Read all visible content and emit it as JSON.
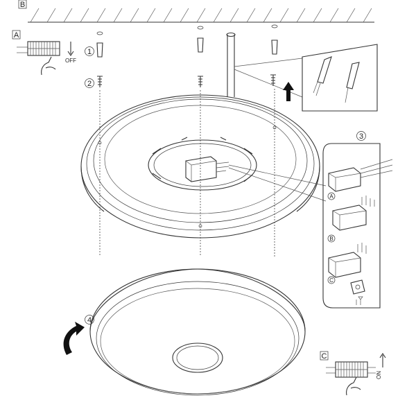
{
  "labels": {
    "ceiling_box": "B",
    "switch_off_box": "A",
    "switch_on_box": "C",
    "off_text": "OFF",
    "on_text": "ON",
    "step1": "1",
    "step2": "2",
    "step3": "3",
    "step4": "4",
    "variant_a": "A",
    "variant_b": "B",
    "variant_c": "C"
  },
  "icons": [
    "wall-plug-icon",
    "screw-icon",
    "up-arrow-icon",
    "rotate-arrow-icon",
    "hand-icon",
    "breaker-panel-icon",
    "wire-end-icon"
  ]
}
